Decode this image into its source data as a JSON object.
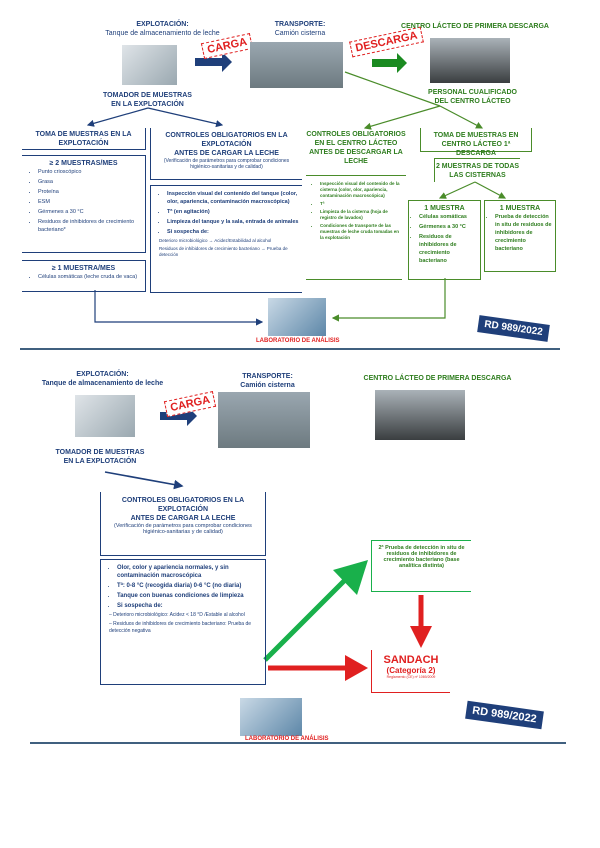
{
  "top": {
    "farm_title": "EXPLOTACIÓN:",
    "farm_sub": "Tanque de almacenamiento de leche",
    "carga": "CARGA",
    "transport_title": "TRANSPORTE:",
    "transport_sub": "Camión cisterna",
    "descarga": "DESCARGA",
    "center_title": "CENTRO LÁCTEO DE PRIMERA DESCARGA",
    "personal": [
      "PERSONAL CUALIFICADO",
      "DEL CENTRO LÁCTEO"
    ],
    "sampler": [
      "TOMADOR DE MUESTRAS",
      "EN LA EXPLOTACIÓN"
    ],
    "farm_sampling_title": "TOMA DE MUESTRAS EN LA EXPLOTACIÓN",
    "monthly2": {
      "title": "≥ 2 MUESTRAS/MES",
      "items": [
        "Punto crioscópico",
        "Grasa",
        "Proteína",
        "ESM",
        "Gérmenes a 30 °C",
        "Residuos de inhibidores de crecimiento bacteriano*"
      ]
    },
    "monthly1": {
      "title": "≥ 1 MUESTRA/MES",
      "items": [
        "Células somáticas (leche cruda de vaca)"
      ]
    },
    "farm_controls": {
      "title": "CONTROLES OBLIGATORIOS EN LA EXPLOTACIÓN",
      "subtitle": "ANTES DE CARGAR LA LECHE",
      "note": "(Verificación de parámetros para comprobar condiciones higiénico-sanitarias y de calidad)",
      "items": [
        "Inspección visual del contenido del tanque (color, olor, apariencia, contaminación macroscópica)",
        "Tª (en agitación)",
        "Limpieza del tanque y la sala, entrada de animales",
        "Si sospecha de:"
      ],
      "sub": [
        "Deterioro microbiológico → Acidez/Estabilidad al alcohol",
        "Residuos de inhibidores de crecimiento bacteriano → Prueba de detección"
      ]
    },
    "center_controls": {
      "title": "CONTROLES OBLIGATORIOS EN EL CENTRO LÁCTEO",
      "subtitle": "ANTES DE DESCARGAR LA LECHE",
      "items": [
        "Inspección visual del contenido de la cisterna (color, olor, apariencia, contaminación macroscópica)",
        "Tª",
        "Limpieza de la cisterna (hoja de registro de lavados)",
        "Condiciones de transporte de las muestras de leche cruda tomadas en la explotación"
      ]
    },
    "center_sampling_title": "TOMA DE MUESTRAS EN CENTRO LÁCTEO 1ª DESCARGA",
    "all_tanks": "2 MUESTRAS DE TODAS LAS CISTERNAS",
    "sample_a": {
      "title": "1 MUESTRA",
      "items": [
        "Células somáticas",
        "Gérmenes a 30 °C",
        "Residuos de inhibidores de crecimiento bacteriano"
      ]
    },
    "sample_b": {
      "title": "1 MUESTRA",
      "items": [
        "Prueba de detección in situ de residuos de inhibidores de crecimiento bacteriano"
      ]
    },
    "lab": "LABORATORIO DE ANÁLISIS",
    "rd": "RD 989/2022"
  },
  "bottom": {
    "farm_title": "EXPLOTACIÓN:",
    "farm_sub": "Tanque de almacenamiento de leche",
    "carga": "CARGA",
    "transport_title": "TRANSPORTE:",
    "transport_sub": "Camión cisterna",
    "center_title": "CENTRO LÁCTEO DE PRIMERA DESCARGA",
    "sampler": [
      "TOMADOR DE MUESTRAS",
      "EN LA EXPLOTACIÓN"
    ],
    "farm_controls": {
      "title": "CONTROLES OBLIGATORIOS EN LA EXPLOTACIÓN",
      "subtitle": "ANTES DE CARGAR LA LECHE",
      "note": "(Verificación de parámetros para comprobar condiciones higiénico-sanitarias y de calidad)",
      "items": [
        "Olor, color y apariencia normales, y sin contaminación macroscópica",
        "Tª: 0-8 °C (recogida diaria) 0-6 °C (no diaria)",
        "Tanque con buenas condiciones de limpieza",
        "Si sospecha de:"
      ],
      "sub": [
        "– Deterioro microbiológico: Acidez < 18 °D /Estable al alcohol",
        "– Residuos de inhibidores de crecimiento bacteriano: Prueba de detección negativa"
      ]
    },
    "second_test": "2ª Prueba de detección in situ de residuos de inhibidores de crecimiento bacteriano (base analítica distinta)",
    "sandach": "SANDACH",
    "sandach_cat": "(Categoría 2)",
    "sandach_reg": "Reglamento (CE) nº 1069/2009",
    "lab": "LABORATORIO DE ANÁLISIS",
    "rd": "RD 989/2022"
  },
  "colors": {
    "blue": "#1f3f7a",
    "green": "#4a8c2a",
    "red": "#e02020",
    "bright_green": "#19b04b"
  }
}
